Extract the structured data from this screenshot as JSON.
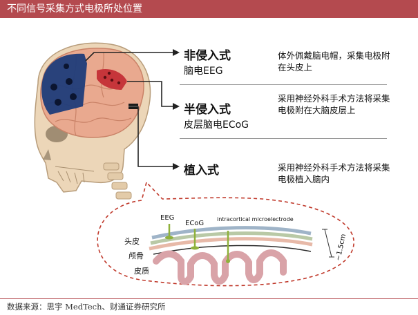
{
  "title": "不同信号采集方式电极所处位置",
  "categories": [
    {
      "name": "非侵入式",
      "sub": "脑电EEG",
      "desc": "体外佩戴脑电帽，采集电极附在头皮上"
    },
    {
      "name": "半侵入式",
      "sub": "皮层脑电ECoG",
      "desc": "采用神经外科手术方法将采集电极附在大脑皮层上"
    },
    {
      "name": "植入式",
      "sub": "",
      "desc": "采用神经外科手术方法将采集电极植入脑内"
    }
  ],
  "cross_section": {
    "electrodes": [
      "EEG",
      "ECoG",
      "intracortical microelectrode"
    ],
    "layers": [
      "头皮",
      "颅骨",
      "皮质"
    ],
    "thickness": "~1.5cm"
  },
  "colors": {
    "title_bar": "#b44a4f",
    "eeg_cap": "#1f3c7a",
    "ecog_patch": "#c6353a",
    "dashed": "#c0392b"
  },
  "source": "数据来源：思宇 MedTech、财通证券研究所"
}
